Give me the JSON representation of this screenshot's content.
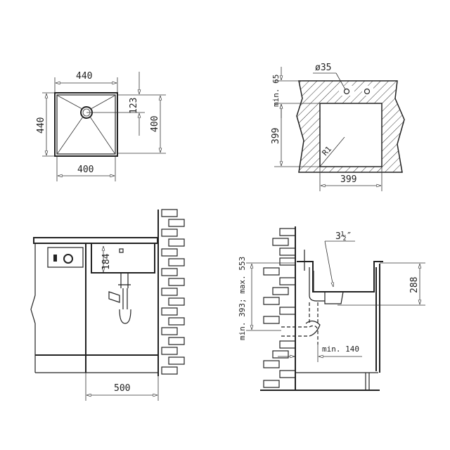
{
  "top_view": {
    "width_outer": "440",
    "height_outer": "440",
    "width_inner": "400",
    "height_inner": "400",
    "drain_offset": "123"
  },
  "cutout": {
    "hole_diameter": "ø35",
    "min_edge": "min. 65",
    "height": "399",
    "width": "399",
    "radius": "R1"
  },
  "side_view_left": {
    "bowl_depth": "184",
    "cabinet_width": "500"
  },
  "side_view_right": {
    "drain_size": "3½″",
    "depth": "288",
    "outlet_height": "min. 393; max. 553",
    "wall_distance": "min. 140"
  }
}
